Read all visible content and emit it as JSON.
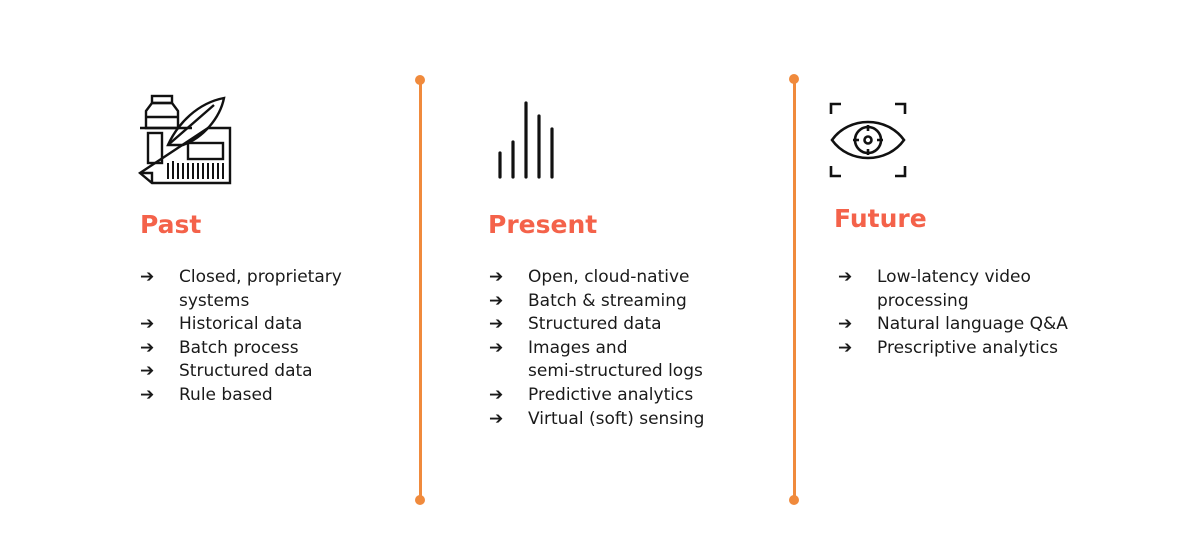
{
  "accent_color": "#f4624a",
  "line_color": "#f08a3c",
  "arrow": "➔",
  "columns": [
    {
      "title": "Past",
      "icon": "inkwell-quill-newspaper-icon",
      "items": [
        [
          "Closed, proprietary",
          "systems"
        ],
        [
          "Historical data"
        ],
        [
          "Batch process"
        ],
        [
          "Structured data"
        ],
        [
          "Rule based"
        ]
      ]
    },
    {
      "title": "Present",
      "icon": "signal-bars-icon",
      "items": [
        [
          "Open, cloud-native"
        ],
        [
          "Batch & streaming"
        ],
        [
          "Structured data"
        ],
        [
          "Images and",
          "semi-structured logs"
        ],
        [
          "Predictive analytics"
        ],
        [
          "Virtual (soft) sensing"
        ]
      ]
    },
    {
      "title": "Future",
      "icon": "eye-focus-icon",
      "items": [
        [
          "Low-latency video",
          "processing"
        ],
        [
          "Natural language Q&A"
        ],
        [
          "Prescriptive analytics"
        ]
      ]
    }
  ]
}
